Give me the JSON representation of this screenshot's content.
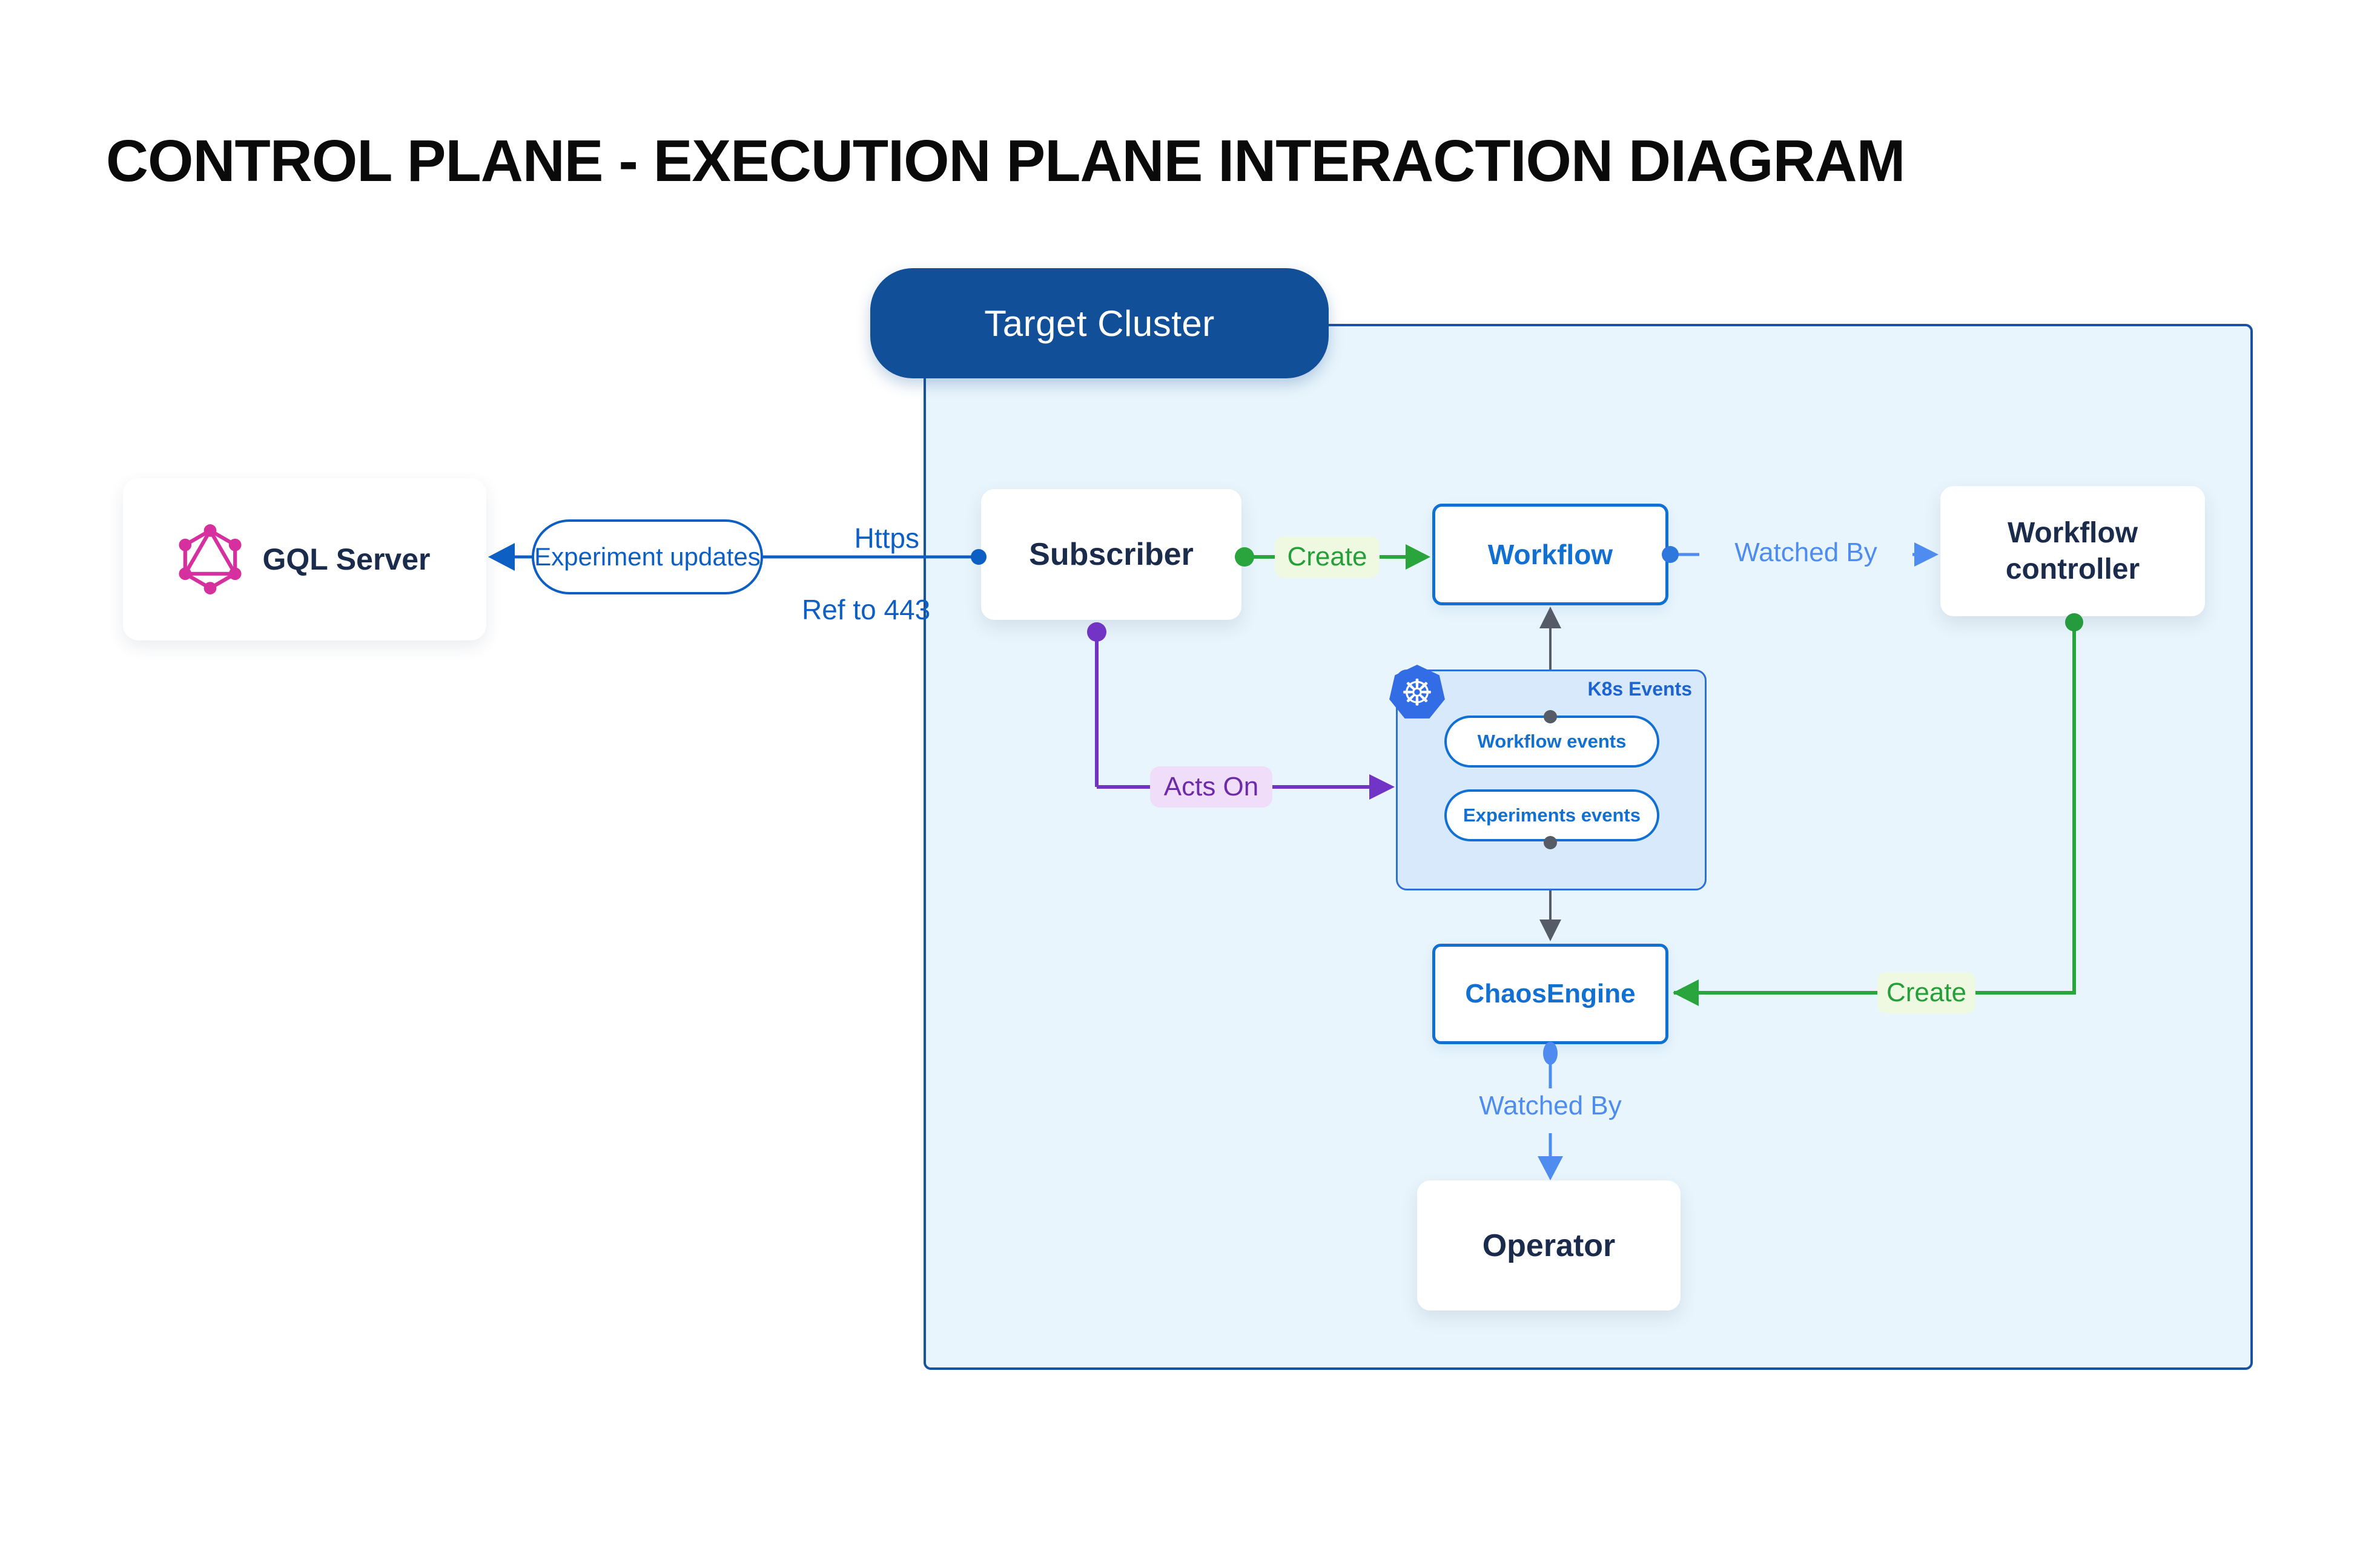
{
  "title": "CONTROL PLANE - EXECUTION PLANE INTERACTION DIAGRAM",
  "colors": {
    "deep_blue": "#0d5fc4",
    "bright_blue": "#1170d2",
    "light_blue": "#4f8cf0",
    "navy_text": "#1b2b4c",
    "green": "#2aa53d",
    "green_label_bg": "#eff8e0",
    "purple": "#7134c4",
    "purple_label_bg": "#f0ddf9",
    "gray_line": "#555b67",
    "cluster_fill": "#e9f5fc",
    "cluster_border": "#19529e",
    "target_pill_fill": "#114f99",
    "k8s_group_fill": "#d8e9fb",
    "k8s_group_border": "#2e6fd8",
    "kubernetes_blue": "#326de6",
    "graphql_pink": "#d6309e"
  },
  "nodes": {
    "gql_server": {
      "label": "GQL Server"
    },
    "subscriber": {
      "label": "Subscriber"
    },
    "workflow": {
      "label": "Workflow"
    },
    "workflow_controller": {
      "label": "Workflow controller"
    },
    "chaos_engine": {
      "label": "ChaosEngine"
    },
    "operator": {
      "label": "Operator"
    }
  },
  "cluster": {
    "label": "Target Cluster",
    "k8s_group": {
      "label": "K8s Events",
      "kubernetes_glyph": "☸",
      "events": [
        {
          "label": "Workflow events"
        },
        {
          "label": "Experiments events"
        }
      ]
    }
  },
  "edges": {
    "experiment_updates": {
      "label": "Experiment updates"
    },
    "https": {
      "label": "Https"
    },
    "ref_443": {
      "label": "Ref to 443"
    },
    "create_workflow": {
      "label": "Create"
    },
    "watched_by_workflow": {
      "label": "Watched By"
    },
    "acts_on": {
      "label": "Acts On"
    },
    "create_chaosengine": {
      "label": "Create"
    },
    "watched_by_operator": {
      "label": "Watched By"
    }
  }
}
